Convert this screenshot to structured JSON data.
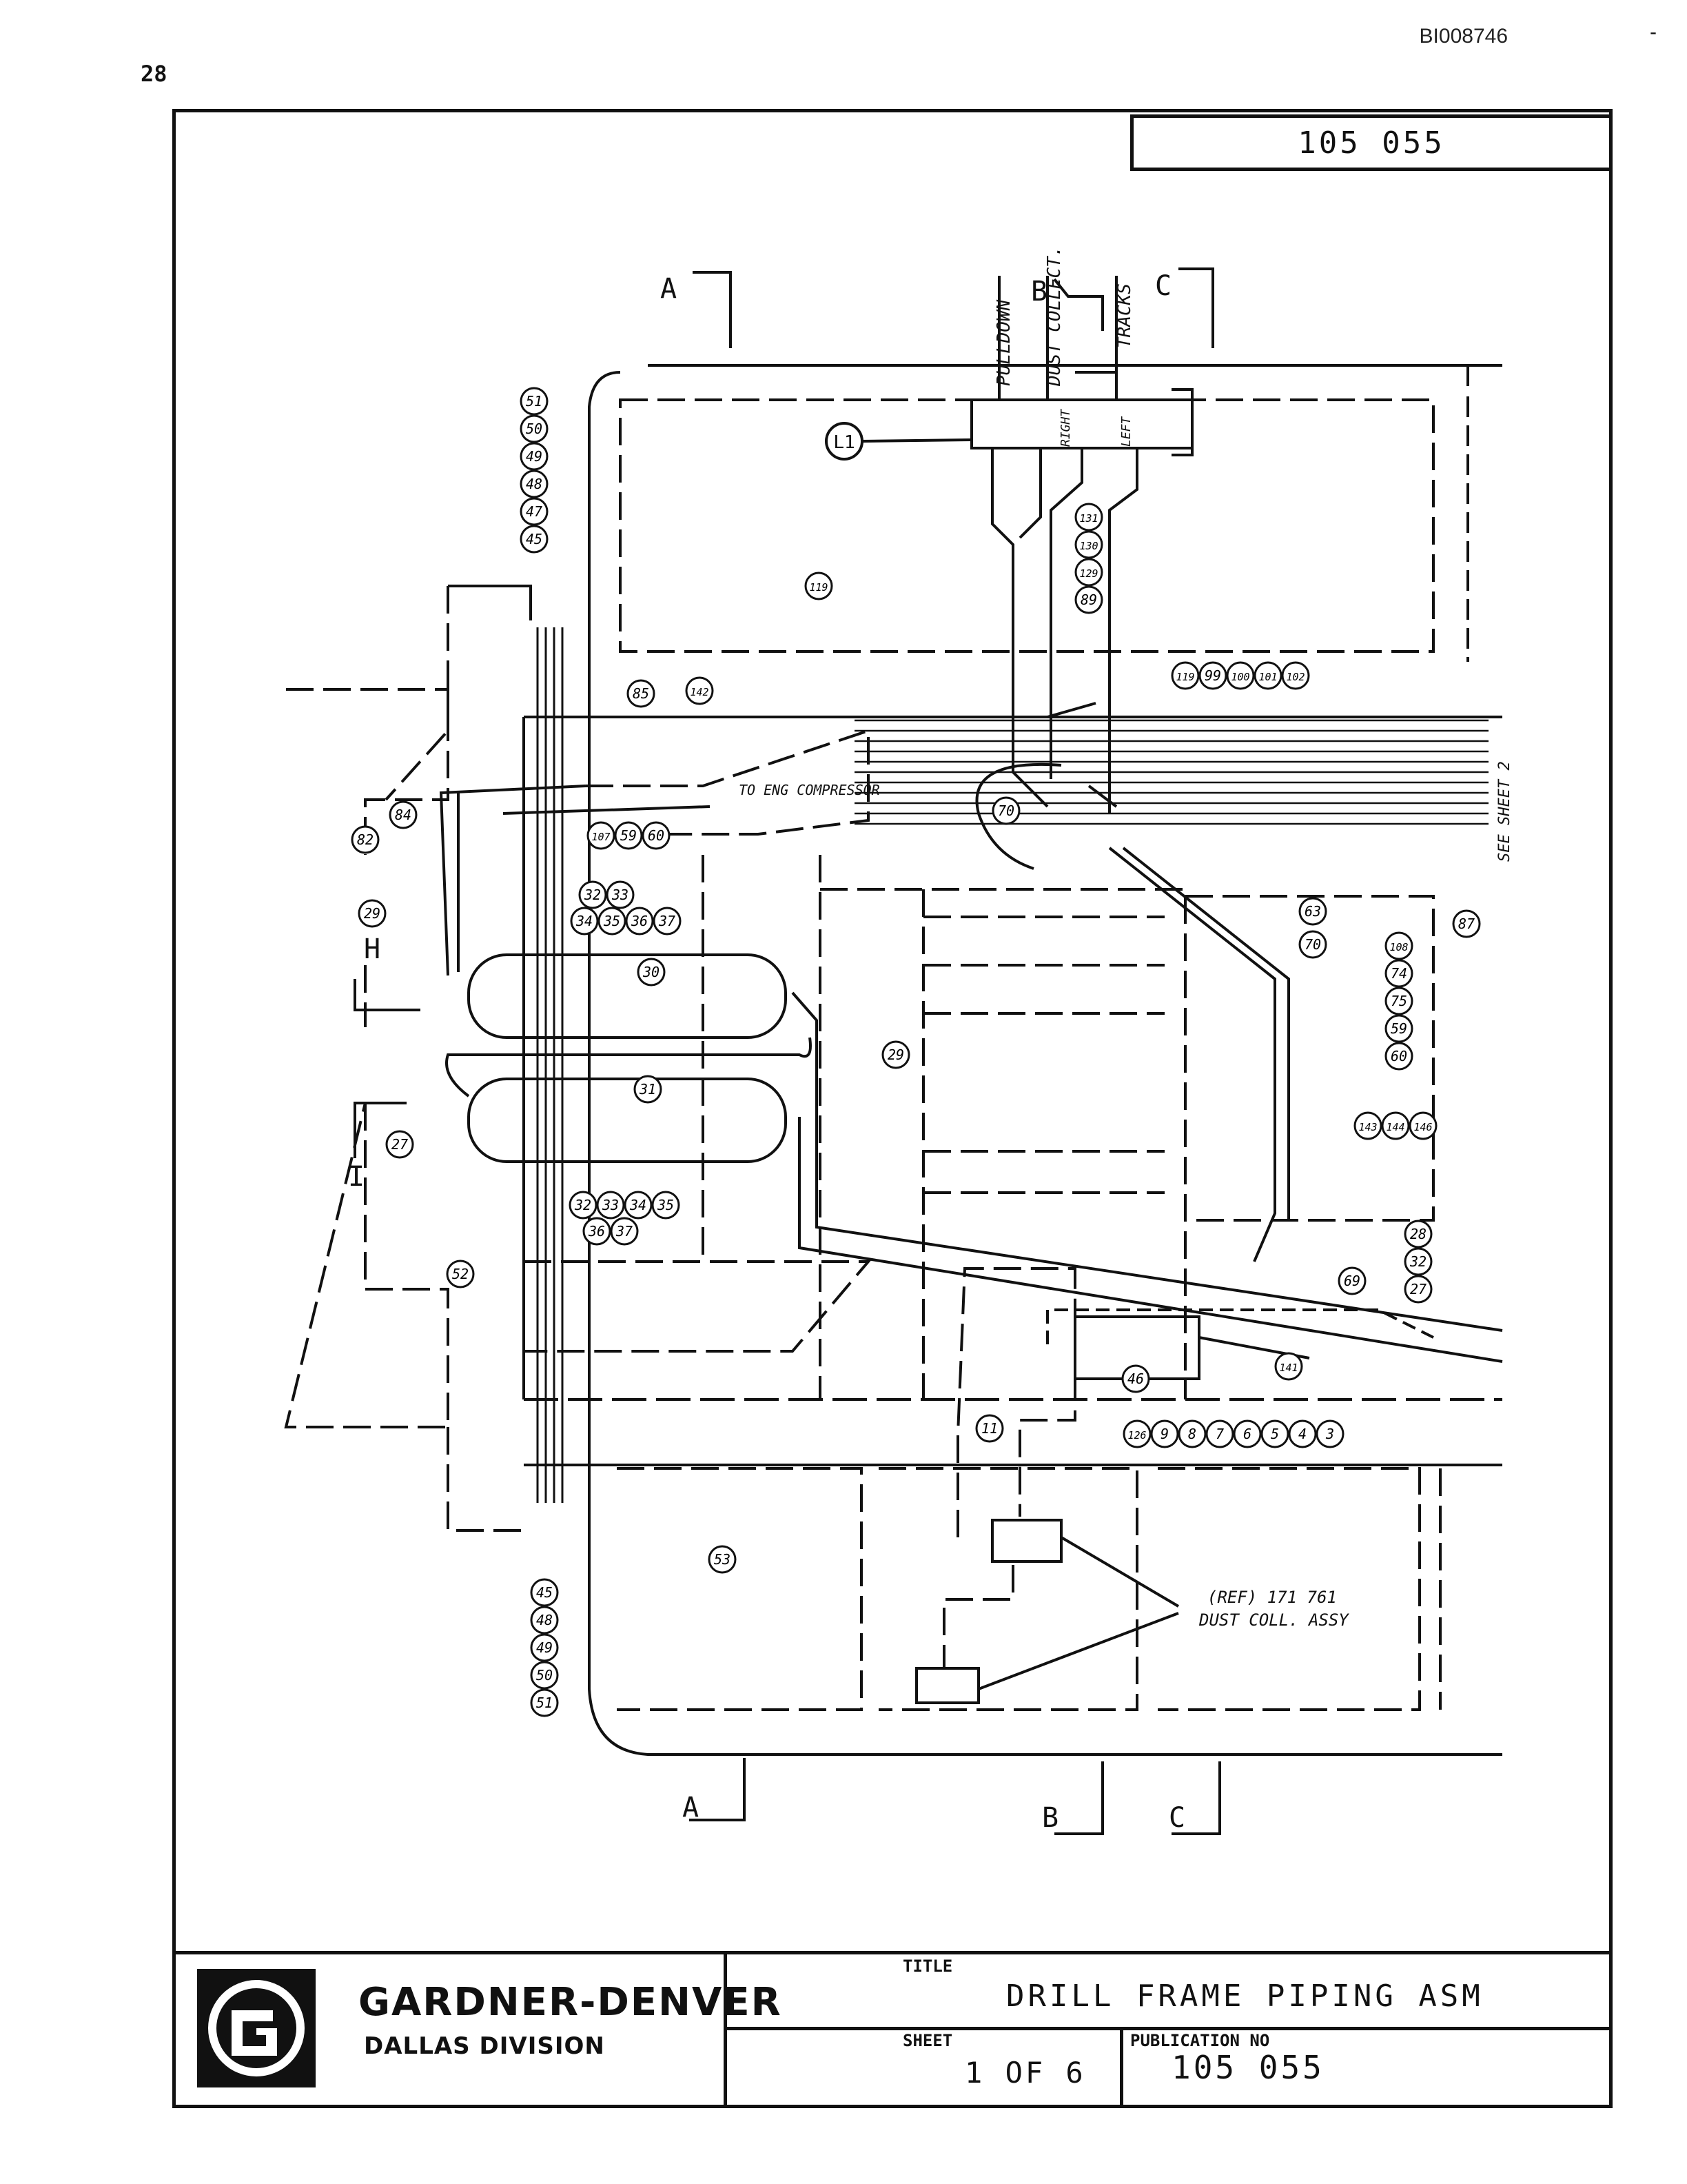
{
  "header": {
    "doc_code": "BI008746",
    "page_mark": "28",
    "dash": "-",
    "publication_box": "105 055"
  },
  "section_labels": [
    "A",
    "B",
    "C"
  ],
  "view_labels": [
    "H",
    "I"
  ],
  "annotations": {
    "pulldown": "PULLDOWN",
    "dust_collect": "DUST COLLECT.",
    "tracks": "TRACKS",
    "right": "RIGHT",
    "left": "LEFT",
    "to_eng_compressor": "TO ENG COMPRESSOR",
    "see_sheet": "SEE SHEET 2",
    "ref_line1": "(REF) 171 761",
    "ref_line2": "DUST COLL. ASSY",
    "l1": "L1"
  },
  "callouts": {
    "left_top_stack": [
      "51",
      "50",
      "49",
      "48",
      "47",
      "45"
    ],
    "left_bottom_stack": [
      "45",
      "48",
      "49",
      "50",
      "51"
    ],
    "mid_stack": [
      "131",
      "130",
      "129",
      "89"
    ],
    "right_stack": [
      "108",
      "74",
      "75",
      "59",
      "60"
    ],
    "r_side": [
      "28",
      "32",
      "27"
    ],
    "bottom_row": [
      "126",
      "9",
      "8",
      "7",
      "6",
      "5",
      "4",
      "3"
    ],
    "top_row": [
      "119",
      "99",
      "100",
      "101",
      "102"
    ],
    "group_a": [
      "32",
      "33",
      "34",
      "35",
      "36",
      "37"
    ],
    "group_b": [
      "32",
      "33",
      "34",
      "35",
      "36",
      "37"
    ],
    "group_c": [
      "107",
      "59",
      "60"
    ],
    "group_d": [
      "143",
      "144",
      "146"
    ],
    "singles": [
      "119",
      "85",
      "142",
      "84",
      "82",
      "29",
      "30",
      "29",
      "31",
      "27",
      "52",
      "70",
      "63",
      "70",
      "87",
      "69",
      "141",
      "46",
      "11",
      "53"
    ]
  },
  "title_block": {
    "company": "GARDNER-DENVER",
    "division": "DALLAS DIVISION",
    "title_label": "TITLE",
    "title": "DRILL FRAME PIPING ASM",
    "sheet_label": "SHEET",
    "sheet": "1 OF 6",
    "publication_label": "PUBLICATION NO",
    "publication": "105 055"
  }
}
